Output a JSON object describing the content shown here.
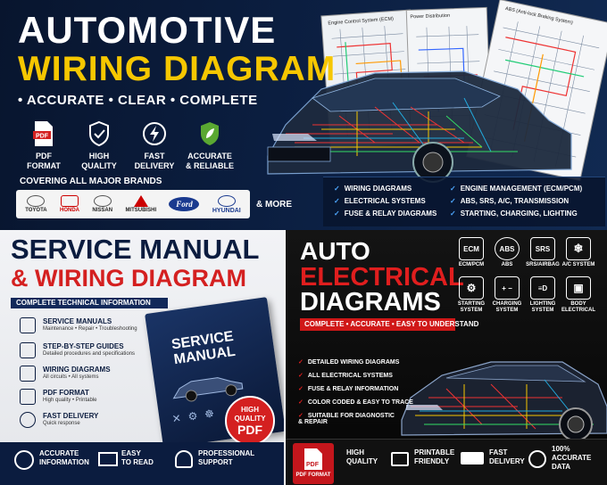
{
  "top": {
    "title1": "AUTOMOTIVE",
    "title2": "WIRING DIAGRAM",
    "tagline": "• ACCURATE • CLEAR • COMPLETE",
    "badges": [
      {
        "label": "PDF\nFORMAT",
        "icon": "pdf-icon"
      },
      {
        "label": "HIGH\nQUALITY",
        "icon": "shield-check-icon"
      },
      {
        "label": "FAST\nDELIVERY",
        "icon": "lightning-icon"
      },
      {
        "label": "ACCURATE\n& RELIABLE",
        "icon": "shield-leaf-icon"
      }
    ],
    "brands_heading": "COVERING ALL MAJOR BRANDS",
    "brands": [
      "TOYOTA",
      "HONDA",
      "NISSAN",
      "MITSUBISHI",
      "Ford",
      "HYUNDAI"
    ],
    "more": "& MORE",
    "sheet_labels": [
      "Engine Control System (ECM)",
      "Power Distribution",
      "ABS (Anti-lock Braking System)"
    ],
    "features": [
      "WIRING DIAGRAMS",
      "ELECTRICAL SYSTEMS",
      "FUSE & RELAY DIAGRAMS",
      "ENGINE MANAGEMENT (ECM/PCM)",
      "ABS, SRS, A/C, TRANSMISSION",
      "STARTING, CHARGING, LIGHTING"
    ]
  },
  "left": {
    "title1": "SERVICE MANUAL",
    "title2": "& WIRING DIAGRAM",
    "band": "COMPLETE TECHNICAL INFORMATION",
    "items": [
      {
        "h": "SERVICE MANUALS",
        "s": "Maintenance • Repair • Troubleshooting",
        "icon": "manual-icon"
      },
      {
        "h": "STEP-BY-STEP GUIDES",
        "s": "Detailed procedures and specifications",
        "icon": "wrench-icon"
      },
      {
        "h": "WIRING DIAGRAMS",
        "s": "All circuits • All systems",
        "icon": "chip-icon"
      },
      {
        "h": "PDF FORMAT",
        "s": "High quality • Printable",
        "icon": "pdf-icon"
      },
      {
        "h": "FAST DELIVERY",
        "s": "Quick response",
        "icon": "clock-icon"
      }
    ],
    "book_title": "SERVICE\nMANUAL",
    "seal": {
      "l1": "HIGH",
      "l2": "QUALITY",
      "l3": "PDF"
    },
    "footer": [
      {
        "label": "ACCURATE\nINFORMATION",
        "icon": "target-icon"
      },
      {
        "label": "EASY\nTO READ",
        "icon": "book-icon"
      },
      {
        "label": "PROFESSIONAL\nSUPPORT",
        "icon": "headset-icon"
      }
    ]
  },
  "right": {
    "title1": "AUTO",
    "title2": "ELECTRICAL",
    "title3": "DIAGRAMS",
    "band": "COMPLETE • ACCURATE • EASY TO UNDERSTAND",
    "systems": [
      {
        "label": "ECM/PCM",
        "glyph": "ECM",
        "icon": "chip-icon"
      },
      {
        "label": "ABS",
        "glyph": "ABS",
        "icon": "abs-icon"
      },
      {
        "label": "SRS/AIRBAG",
        "glyph": "SRS",
        "icon": "airbag-icon"
      },
      {
        "label": "A/C SYSTEM",
        "glyph": "❄",
        "icon": "snowflake-icon"
      },
      {
        "label": "STARTING\nSYSTEM",
        "glyph": "⚙",
        "icon": "starter-icon"
      },
      {
        "label": "CHARGING\nSYSTEM",
        "glyph": "+ −",
        "icon": "battery-icon"
      },
      {
        "label": "LIGHTING\nSYSTEM",
        "glyph": "≡D",
        "icon": "headlight-icon"
      },
      {
        "label": "BODY\nELECTRICAL",
        "glyph": "▣",
        "icon": "door-icon"
      }
    ],
    "list": [
      "DETAILED WIRING DIAGRAMS",
      "ALL ELECTRICAL SYSTEMS",
      "FUSE & RELAY INFORMATION",
      "COLOR CODED & EASY TO TRACE",
      "SUITABLE FOR DIAGNOSTIC\n& REPAIR"
    ],
    "footer": [
      {
        "label": "PDF\nFORMAT",
        "icon": "pdf-icon"
      },
      {
        "label": "HIGH\nQUALITY",
        "icon": "none"
      },
      {
        "label": "PRINTABLE\nFRIENDLY",
        "icon": "printer-icon"
      },
      {
        "label": "FAST\nDELIVERY",
        "icon": "truck-icon"
      },
      {
        "label": "100%\nACCURATE\nDATA",
        "icon": "crosshair-icon"
      }
    ]
  },
  "colors": {
    "navy": "#0b1c3f",
    "yellow": "#f6c700",
    "red": "#d42020",
    "blue": "#4ea8ff"
  }
}
